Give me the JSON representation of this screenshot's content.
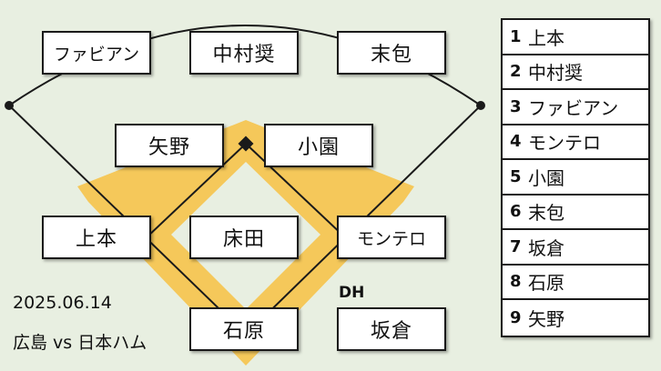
{
  "positions": {
    "left_field": "ファビアン",
    "center_field": "中村奨",
    "right_field": "末包",
    "shortstop": "矢野",
    "second_base": "小園",
    "third_base": "上本",
    "pitcher": "床田",
    "first_base": "モンテロ",
    "catcher": "石原",
    "designated_hitter": "坂倉"
  },
  "dh_label": "DH",
  "game": {
    "date": "2025.06.14",
    "matchup": "広島 vs 日本ハム"
  },
  "lineup": [
    {
      "order": "1",
      "name": "上本"
    },
    {
      "order": "2",
      "name": "中村奨"
    },
    {
      "order": "3",
      "name": "ファビアン"
    },
    {
      "order": "4",
      "name": "モンテロ"
    },
    {
      "order": "5",
      "name": "小園"
    },
    {
      "order": "6",
      "name": "末包"
    },
    {
      "order": "7",
      "name": "坂倉"
    },
    {
      "order": "8",
      "name": "石原"
    },
    {
      "order": "9",
      "name": "矢野"
    }
  ],
  "colors": {
    "background": "#e8efe1",
    "infield": "#f5c85a",
    "lines": "#1a1a1a"
  }
}
